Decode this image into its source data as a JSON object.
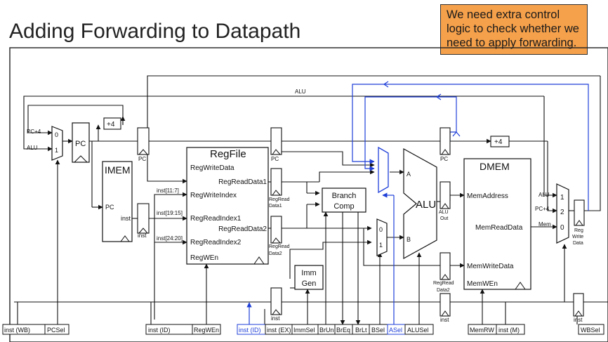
{
  "title": "Adding Forwarding to Datapath",
  "callout": "We need extra control\nlogic to check whether we\nneed to apply forwarding.",
  "colors": {
    "forward": "#1f3fd8",
    "callout": "#f5a04a",
    "wire": "#111111"
  },
  "labels": {
    "pc4_in": "PC+4",
    "alu_in": "ALU",
    "mux_0": "0",
    "mux_1": "1",
    "mux_2": "2",
    "pc": "PC",
    "plus4": "+4",
    "alu_top": "ALU",
    "imem": "IMEM",
    "imem_pc": "PC",
    "imem_inst": "inst",
    "inst": "inst",
    "inst_11_7": "inst[11:7]",
    "inst_19_15": "inst[19:15]",
    "inst_24_20": "inst[24:20]",
    "regfile": "RegFile",
    "reg_write_data": "RegWriteData",
    "reg_write_index": "RegWriteIndex",
    "reg_read_index1": "RegReadIndex1",
    "reg_read_index2": "RegReadIndex2",
    "reg_wen": "RegWEn",
    "reg_read_data1": "RegReadData1",
    "reg_read_data2": "RegReadData2",
    "reg_read": "RegRead",
    "data1": "Data1",
    "data2": "Data2",
    "branch": "Branch",
    "comp": "Comp",
    "imm": "Imm",
    "gen": "Gen",
    "alu": "ALU",
    "port_a": "A",
    "port_b": "B",
    "alu_out": "Out",
    "dmem": "DMEM",
    "mem_address": "MemAddress",
    "mem_read_data": "MemReadData",
    "mem_write_data": "MemWriteData",
    "mem_wen": "MemWEn",
    "mem_lbl": "Mem",
    "reg": "Reg",
    "write": "Write",
    "data": "Data"
  },
  "control_bar": [
    "inst (WB)",
    "PCSel",
    "inst (ID)",
    "RegWEn",
    "inst (ID)",
    "inst (EX)",
    "ImmSel",
    "BrUn",
    "BrEq",
    "BrLt",
    "BSel",
    "ASel",
    "ALUSel",
    "MemRW",
    "inst (M)",
    "WBSel"
  ]
}
